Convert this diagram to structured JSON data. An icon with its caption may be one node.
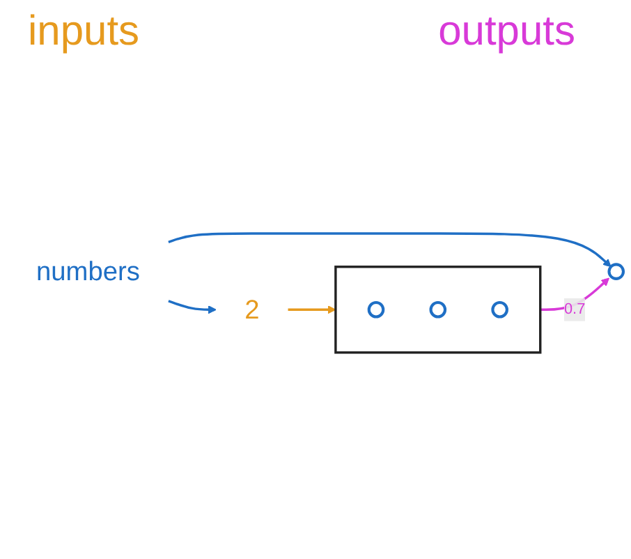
{
  "diagram": {
    "nodes": [
      {
        "text": [
          "numbers"
        ]
      },
      {
        "text": [
          "2"
        ]
      },
      {
        "text": [],
        "shape": "box"
      },
      {
        "text": [],
        "shape": "circle",
        "in": 2
      },
      {
        "text": [],
        "shape": "circle",
        "in": 2
      },
      {
        "text": [],
        "shape": "circle",
        "in": 2
      },
      {
        "text": [],
        "shape": "circle"
      }
    ],
    "edges": [
      {
        "from": 0,
        "to": 1,
        "arrow": "to",
        "color": "#1f6fc5"
      },
      {
        "from": 0,
        "to": 6,
        "arrow": "to",
        "color": "#1f6fc5"
      },
      {
        "from": 1,
        "to": 2,
        "arrow": "to",
        "color": "#e69a1e"
      },
      {
        "from": 2,
        "to": 6,
        "arrow": "to",
        "label": "0.7",
        "color": "#d83ad8"
      }
    ],
    "labels": [
      "inputs",
      "outputs"
    ]
  }
}
